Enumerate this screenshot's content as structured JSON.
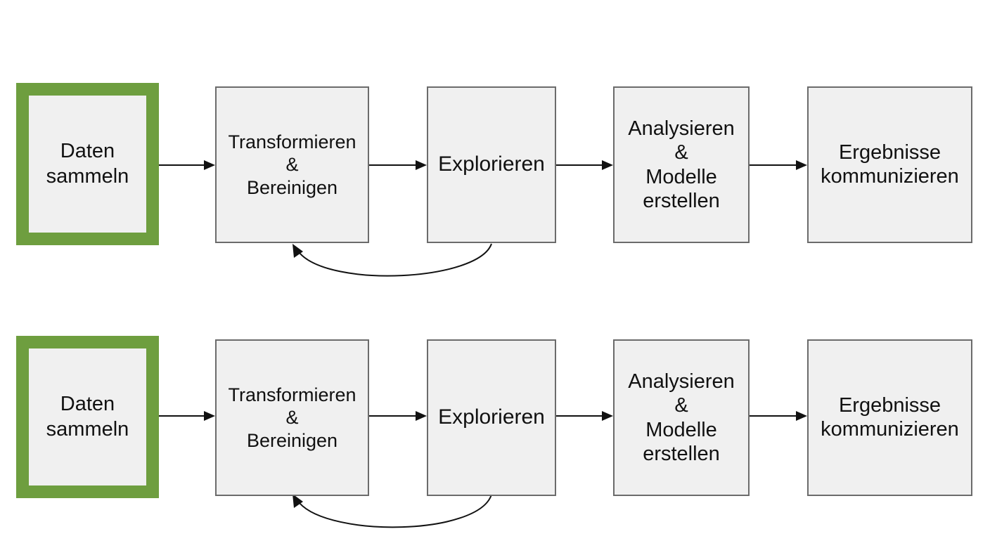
{
  "diagrams": [
    {
      "steps": [
        {
          "lines": [
            "Daten",
            "sammeln"
          ]
        },
        {
          "lines": [
            "Transformieren",
            "&",
            "Bereinigen"
          ]
        },
        {
          "lines": [
            "Explorieren"
          ]
        },
        {
          "lines": [
            "Analysieren",
            "&",
            "Modelle",
            "erstellen"
          ]
        },
        {
          "lines": [
            "Ergebnisse",
            "kommunizieren"
          ]
        }
      ]
    },
    {
      "steps": [
        {
          "lines": [
            "Daten",
            "sammeln"
          ]
        },
        {
          "lines": [
            "Transformieren",
            "&",
            "Bereinigen"
          ]
        },
        {
          "lines": [
            "Explorieren"
          ]
        },
        {
          "lines": [
            "Analysieren",
            "&",
            "Modelle",
            "erstellen"
          ]
        },
        {
          "lines": [
            "Ergebnisse",
            "kommunizieren"
          ]
        }
      ]
    }
  ],
  "colors": {
    "start_border": "#6e9e3f",
    "box_fill": "#f0f0f0",
    "box_border": "#6b6b6b",
    "arrow": "#111111"
  }
}
